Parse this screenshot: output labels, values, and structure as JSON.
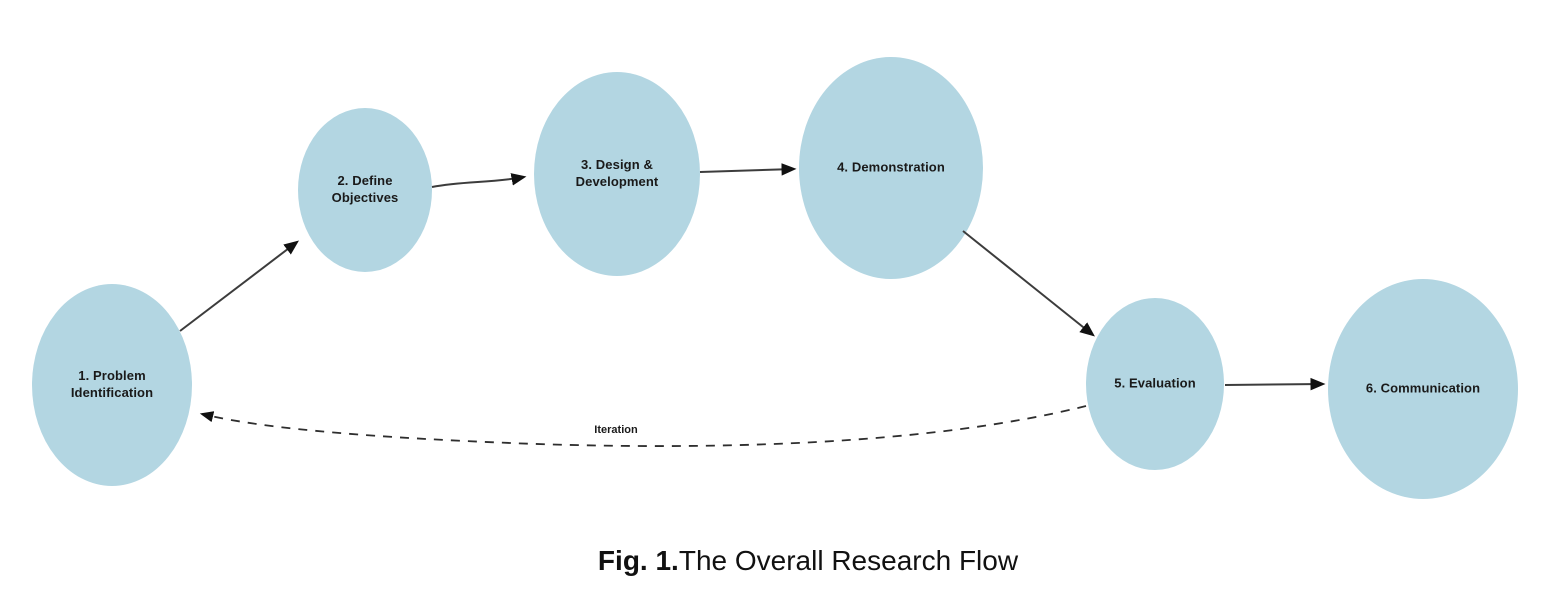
{
  "figure": {
    "caption": {
      "label_bold": "Fig. 1.",
      "label_text": "The Overall Research Flow"
    }
  },
  "diagram": {
    "type": "flowchart",
    "iteration_label": "Iteration",
    "nodes": [
      {
        "label": "1. Problem Identification"
      },
      {
        "label": "2. Define Objectives"
      },
      {
        "label": "3. Design & Development"
      },
      {
        "label": "4. Demonstration"
      },
      {
        "label": "5. Evaluation"
      },
      {
        "label": "6. Communication"
      }
    ],
    "edges": [
      {
        "from": "1. Problem Identification",
        "to": "2. Define Objectives",
        "style": "solid"
      },
      {
        "from": "2. Define Objectives",
        "to": "3. Design & Development",
        "style": "solid"
      },
      {
        "from": "3. Design & Development",
        "to": "4. Demonstration",
        "style": "solid"
      },
      {
        "from": "4. Demonstration",
        "to": "5. Evaluation",
        "style": "solid"
      },
      {
        "from": "5. Evaluation",
        "to": "6. Communication",
        "style": "solid"
      },
      {
        "from": "5. Evaluation",
        "to": "1. Problem Identification",
        "style": "dashed",
        "label": "Iteration"
      }
    ],
    "colors": {
      "node_fill": "#b3d6e2",
      "edge": "#3c3c3c",
      "text": "#1a1a1a"
    }
  }
}
